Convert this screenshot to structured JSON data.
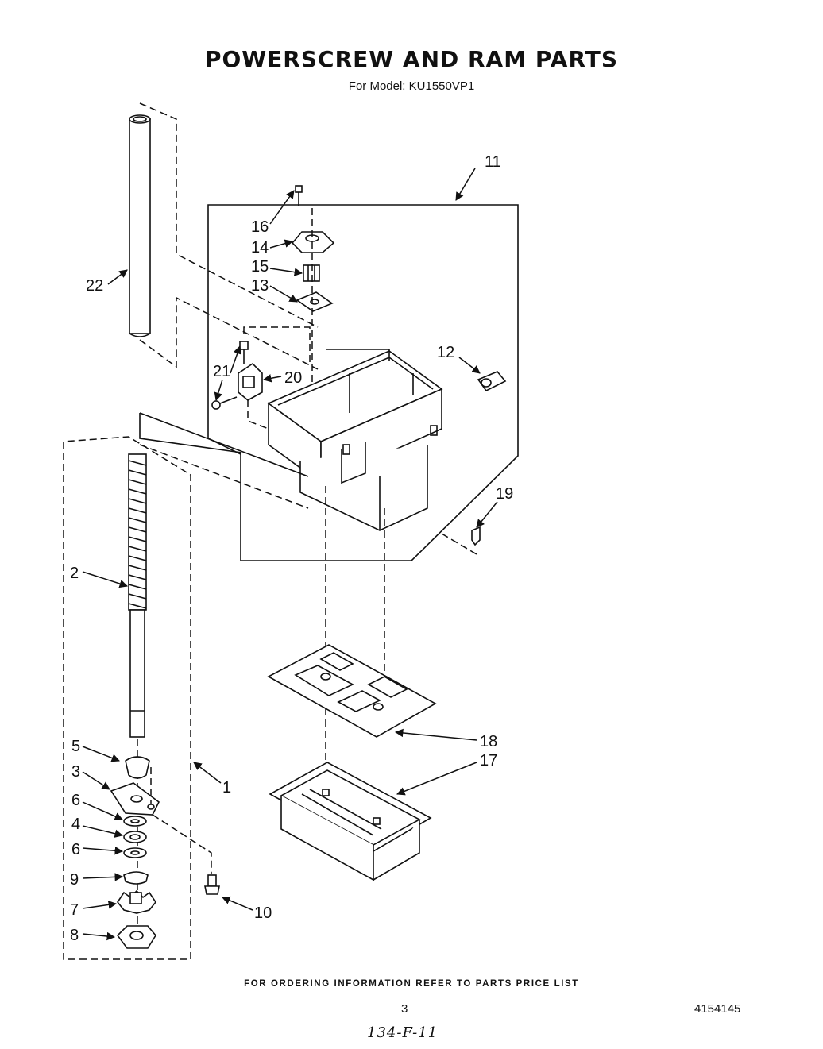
{
  "header": {
    "title": "POWERSCREW AND RAM PARTS",
    "subtitle": "For Model: KU1550VP1"
  },
  "callouts": {
    "c1": "1",
    "c2": "2",
    "c3": "3",
    "c4": "4",
    "c5": "5",
    "c6a": "6",
    "c6b": "6",
    "c7": "7",
    "c8": "8",
    "c9": "9",
    "c10": "10",
    "c11": "11",
    "c12": "12",
    "c13": "13",
    "c14": "14",
    "c15": "15",
    "c16": "16",
    "c17": "17",
    "c18": "18",
    "c19": "19",
    "c20": "20",
    "c21": "21",
    "c22": "22"
  },
  "footer": {
    "ordering_note": "FOR ORDERING INFORMATION REFER TO PARTS PRICE LIST",
    "page_number": "3",
    "document_number": "4154145",
    "handwritten_note": "134-F-11"
  }
}
